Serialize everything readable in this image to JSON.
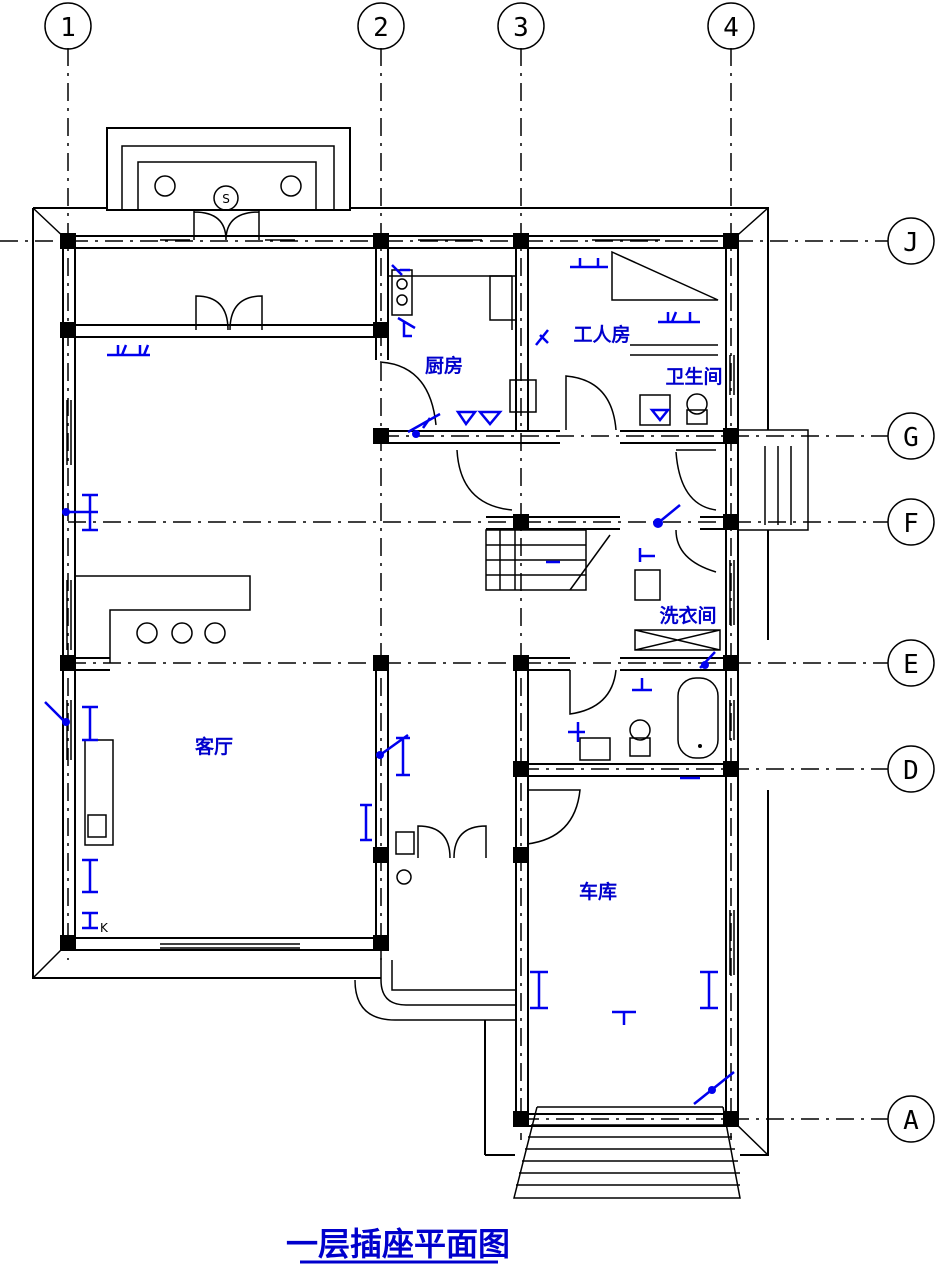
{
  "axes": {
    "vertical": [
      "1",
      "2",
      "3",
      "4"
    ],
    "horizontal": [
      "J",
      "G",
      "F",
      "E",
      "D",
      "A"
    ]
  },
  "rooms": {
    "kitchen": "厨房",
    "servant_room": "工人房",
    "bathroom_upper": "卫生间",
    "laundry": "洗衣间",
    "living_room": "客厅",
    "garage": "车库"
  },
  "symbols": {
    "porch_s": "S",
    "outlet_k": "K"
  },
  "title": "一层插座平面图",
  "colors": {
    "lines": "#000000",
    "electrical": "#0000ee",
    "labels": "#0000cc"
  }
}
